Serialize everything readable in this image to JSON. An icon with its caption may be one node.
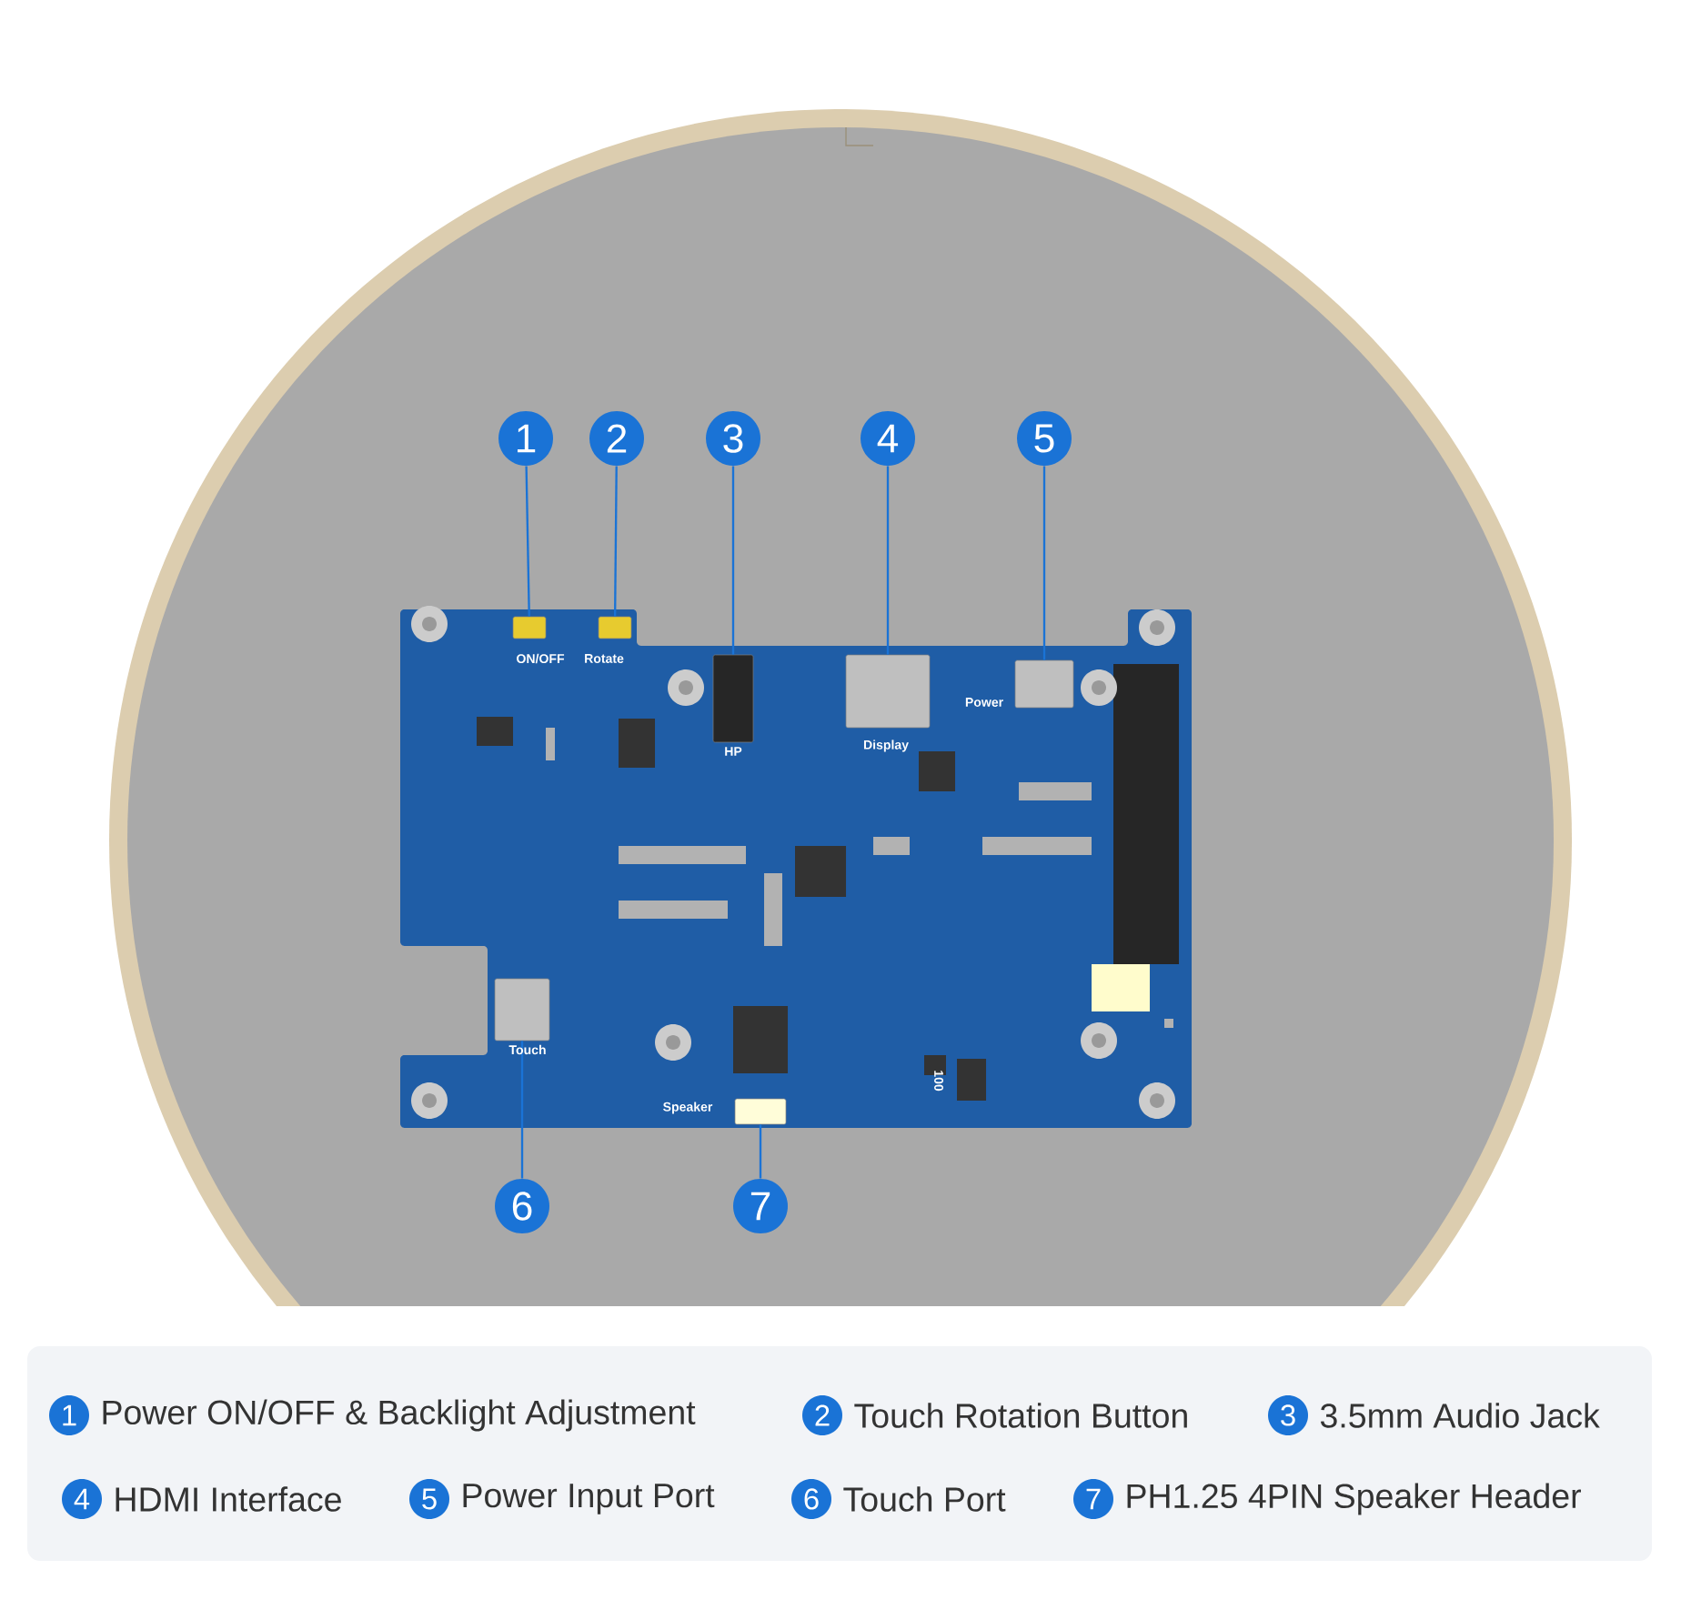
{
  "diagram": {
    "nodes": [
      {
        "text": [
          "1"
        ]
      },
      {
        "text": [
          "2"
        ]
      },
      {
        "text": [
          "3"
        ]
      },
      {
        "text": [
          "4"
        ]
      },
      {
        "text": [
          "5"
        ]
      },
      {
        "text": [
          "6"
        ]
      },
      {
        "text": [
          "7"
        ]
      },
      {
        "text": [],
        "shape": "box",
        "beside": [
          "ON/OFF"
        ]
      },
      {
        "text": [],
        "shape": "box",
        "beside": [
          "Rotate"
        ]
      },
      {
        "text": [],
        "shape": "box",
        "beside": [
          "HP"
        ]
      },
      {
        "text": [],
        "shape": "box",
        "beside": [
          "Display"
        ]
      },
      {
        "text": [],
        "shape": "box",
        "beside": [
          "Power"
        ]
      },
      {
        "text": [],
        "shape": "box",
        "beside": [
          "Touch"
        ]
      },
      {
        "text": [],
        "shape": "box",
        "beside": [
          "Speaker"
        ]
      }
    ],
    "edges": [
      {
        "from": 0,
        "to": 7,
        "arrow": "none"
      },
      {
        "from": 1,
        "to": 8,
        "arrow": "none"
      },
      {
        "from": 2,
        "to": 9,
        "arrow": "none"
      },
      {
        "from": 3,
        "to": 10,
        "arrow": "none"
      },
      {
        "from": 4,
        "to": 11,
        "arrow": "none"
      },
      {
        "from": 5,
        "to": 12,
        "arrow": "none"
      },
      {
        "from": 6,
        "to": 13,
        "arrow": "none"
      }
    ],
    "labels": [
      "100",
      "1",
      "Power ON/OFF & Backlight Adjustment",
      "2",
      "Touch Rotation Button",
      "3",
      "3.5mm Audio Jack",
      "4",
      "HDMI Interface",
      "5",
      "Power Input Port",
      "6",
      "Touch Port",
      "7",
      "PH1.25 4PIN Speaker Header"
    ]
  }
}
